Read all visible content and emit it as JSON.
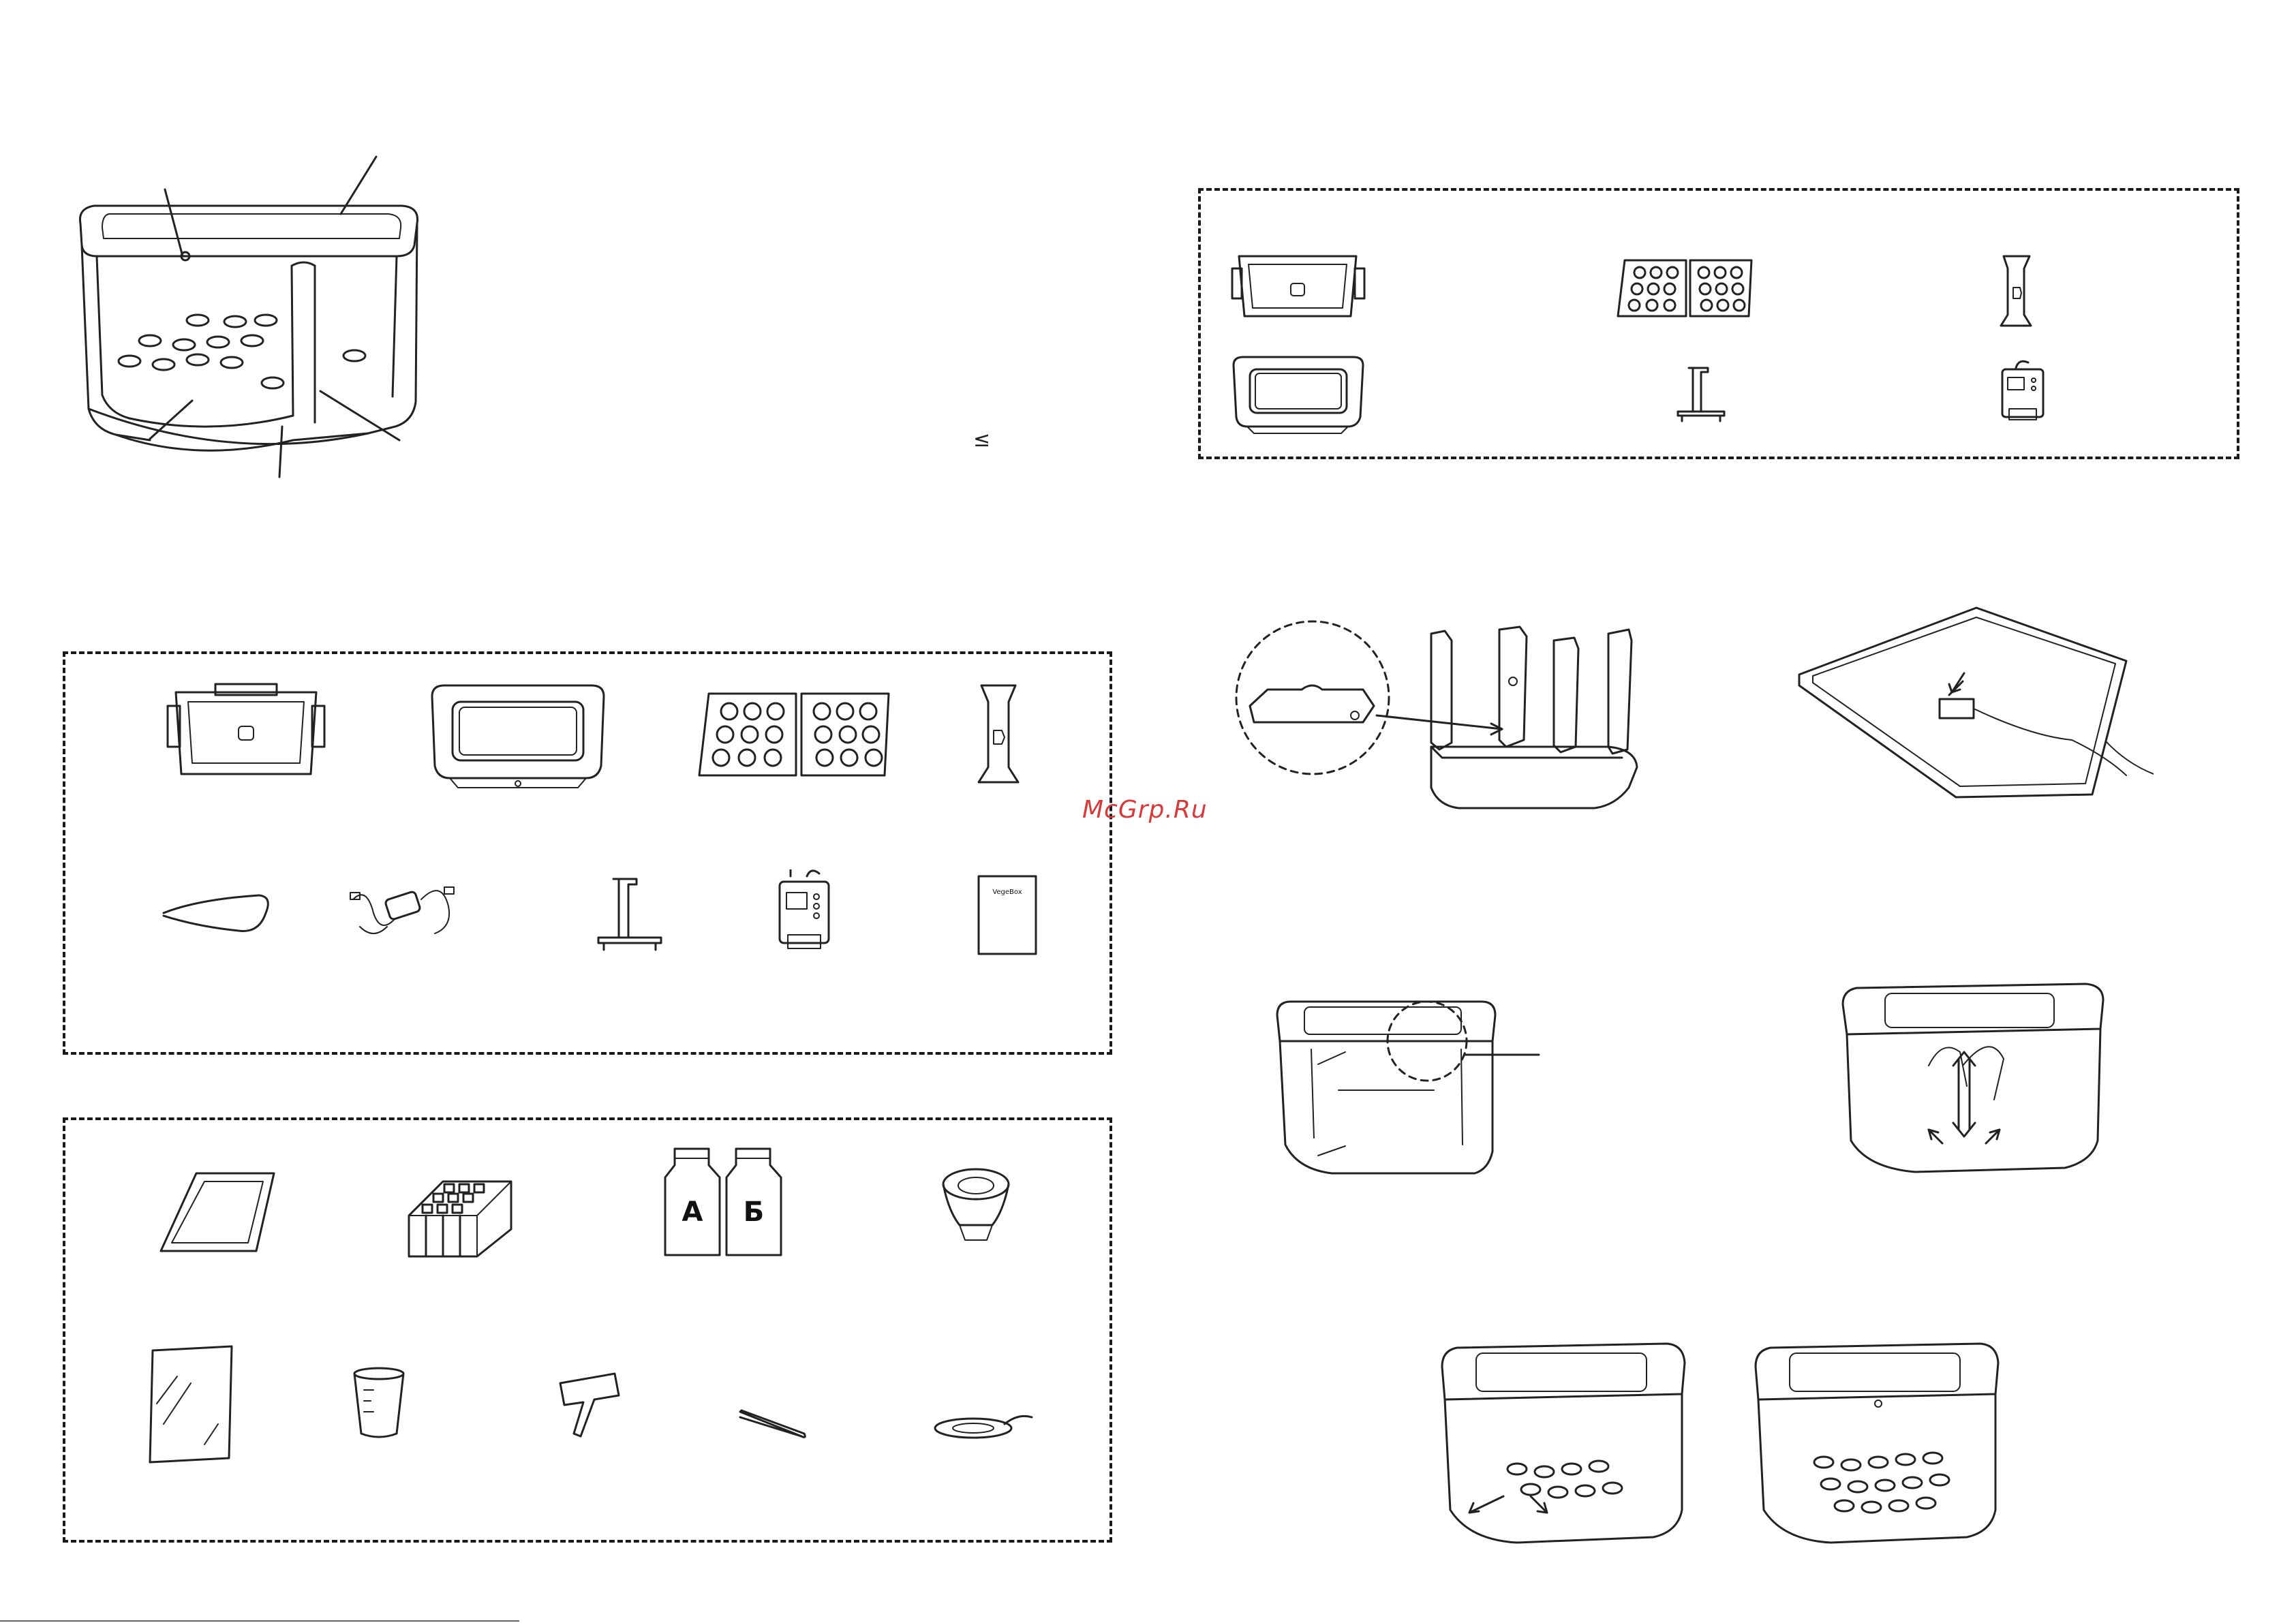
{
  "watermark": "McGrp.Ru",
  "symbol": "≤",
  "bottle_labels": [
    "А",
    "Б"
  ],
  "manual_cover_text": "VegeBox"
}
